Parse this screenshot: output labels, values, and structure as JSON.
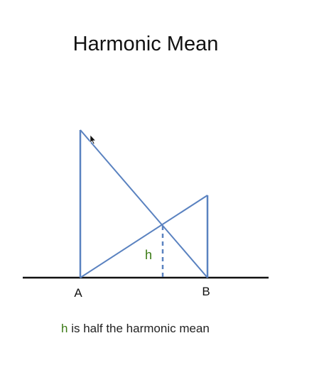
{
  "title": "Harmonic Mean",
  "labels": {
    "a": "A",
    "b": "B",
    "h": "h"
  },
  "caption": {
    "variable": "h",
    "text": " is half the harmonic mean"
  },
  "colors": {
    "line_blue": "#5a82c0",
    "ground": "#111111",
    "h_green": "#3a7a14"
  }
}
